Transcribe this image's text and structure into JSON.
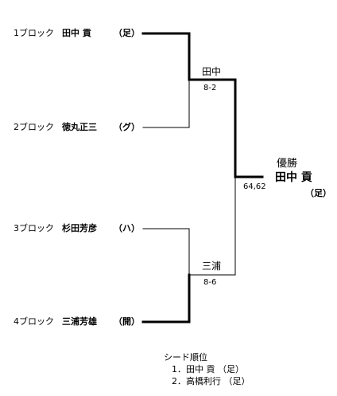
{
  "players": [
    {
      "block": "1ブロック",
      "name": "田中 貢",
      "team": "（足）"
    },
    {
      "block": "2ブロック",
      "name": "徳丸正三",
      "team": "（グ）"
    },
    {
      "block": "3ブロック",
      "name": "杉田芳彦",
      "team": "（ハ）"
    },
    {
      "block": "4ブロック",
      "name": "三浦芳雄",
      "team": "（開）"
    }
  ],
  "semifinals": [
    {
      "winner": "田中",
      "score": "8-2"
    },
    {
      "winner": "三浦",
      "score": "8-6"
    }
  ],
  "final": {
    "score": "64,62",
    "title": "優勝",
    "champion": "田中 貢",
    "team": "（足）"
  },
  "seeds": {
    "heading": "シード順位",
    "items": [
      "1．田中 貢 （足）",
      "2．高橋利行 （足）"
    ]
  }
}
